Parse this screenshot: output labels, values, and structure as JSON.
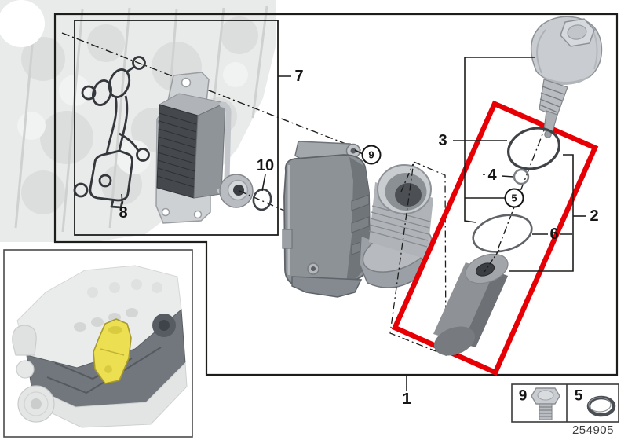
{
  "diagram_number": "254905",
  "callouts": [
    {
      "id": "7",
      "label": "7",
      "circled": false
    },
    {
      "id": "8",
      "label": "8",
      "circled": false
    },
    {
      "id": "10",
      "label": "10",
      "circled": false
    },
    {
      "id": "9",
      "label": "9",
      "circled": true
    },
    {
      "id": "3",
      "label": "3",
      "circled": false
    },
    {
      "id": "4",
      "label": "4",
      "circled": false
    },
    {
      "id": "5",
      "label": "5",
      "circled": true
    },
    {
      "id": "6",
      "label": "6",
      "circled": false
    },
    {
      "id": "2",
      "label": "2",
      "circled": false
    },
    {
      "id": "1",
      "label": "1",
      "circled": false
    }
  ],
  "legend": {
    "items": [
      {
        "label": "9",
        "icon": "bolt-icon"
      },
      {
        "label": "5",
        "icon": "o-ring-icon"
      }
    ]
  },
  "colors": {
    "highlight_red": "#e60005",
    "part_highlight_yellow": "#ecdf52",
    "line": "#1d1d1b"
  }
}
